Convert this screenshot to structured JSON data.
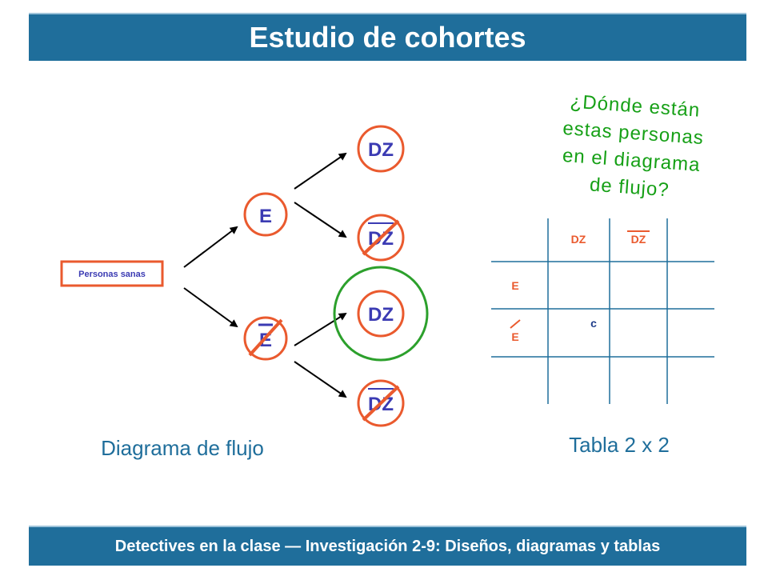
{
  "title": "Estudio de cohortes",
  "footer": "Detectives en la clase — Investigación 2-9:  Diseños, diagramas y tablas",
  "flow": {
    "start": "Personas sanas",
    "exposed": "E",
    "unexposed": "E",
    "disease": "DZ",
    "caption": "Diagrama de flujo"
  },
  "question": [
    "¿Dónde están",
    "estas personas",
    "en el diagrama",
    "de flujo?"
  ],
  "table": {
    "col1": "DZ",
    "col2": "DZ",
    "row1": "E",
    "row2": "E",
    "cell_c": "c",
    "caption": "Tabla 2 x 2"
  },
  "colors": {
    "banner": "#1f6e9b",
    "node_text": "#3b3bb3",
    "circle": "#ea5a2e",
    "highlight": "#2ca02c",
    "question_text": "#16a016",
    "table_lines": "#1f6e9b"
  }
}
